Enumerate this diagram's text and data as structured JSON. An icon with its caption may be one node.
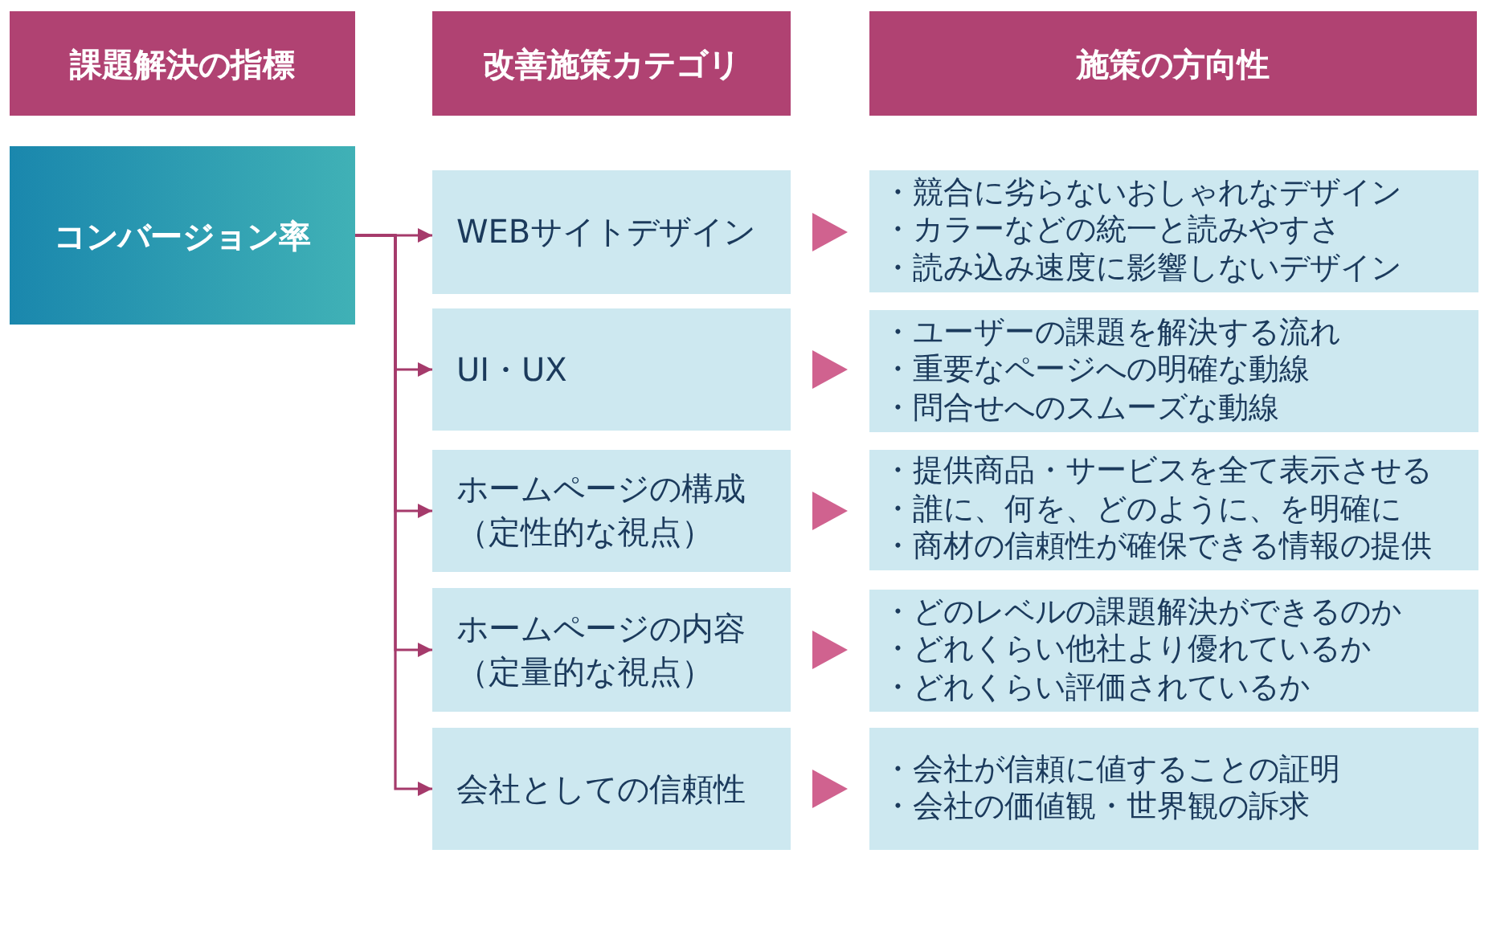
{
  "diagram": {
    "nodes": [
      {
        "text": [
          "課題解決の指標"
        ]
      },
      {
        "text": [
          "改善施策カテゴリ"
        ]
      },
      {
        "text": [
          "施策の方向性"
        ]
      },
      {
        "text": [
          "コンバージョン率"
        ]
      },
      {
        "text": [
          "WEBサイトデザイン"
        ]
      },
      {
        "text": [
          "・競合に劣らないおしゃれなデザイン",
          "・カラーなどの統一と読みやすさ",
          "・読み込み速度に影響しないデザイン"
        ]
      },
      {
        "text": [
          "UI・UX"
        ]
      },
      {
        "text": [
          "・ユーザーの課題を解決する流れ",
          "・重要なページへの明確な動線",
          "・問合せへのスムーズな動線"
        ]
      },
      {
        "text": [
          "ホームページの構成",
          "（定性的な視点）"
        ]
      },
      {
        "text": [
          "・提供商品・サービスを全て表示させる",
          "・誰に、何を、どのように、を明確に",
          "・商材の信頼性が確保できる情報の提供"
        ]
      },
      {
        "text": [
          "ホームページの内容",
          "（定量的な視点）"
        ]
      },
      {
        "text": [
          "・どのレベルの課題解決ができるのか",
          "・どれくらい他社より優れているか",
          "・どれくらい評価されているか"
        ]
      },
      {
        "text": [
          "会社としての信頼性"
        ]
      },
      {
        "text": [
          "・会社が信頼に値することの証明",
          "・会社の価値観・世界観の訴求"
        ]
      }
    ],
    "edges": [
      {
        "from": 3,
        "to": 4,
        "arrow": "to"
      },
      {
        "from": 3,
        "to": 6,
        "arrow": "to"
      },
      {
        "from": 3,
        "to": 8,
        "arrow": "to"
      },
      {
        "from": 3,
        "to": 10,
        "arrow": "to"
      },
      {
        "from": 3,
        "to": 12,
        "arrow": "to"
      },
      {
        "from": 4,
        "to": 5,
        "arrow": "to",
        "color": "#d0628f"
      },
      {
        "from": 6,
        "to": 7,
        "arrow": "to",
        "color": "#d0628f"
      },
      {
        "from": 8,
        "to": 9,
        "arrow": "to",
        "color": "#d0628f"
      },
      {
        "from": 10,
        "to": 11,
        "arrow": "to",
        "color": "#d0628f"
      },
      {
        "from": 12,
        "to": 13,
        "arrow": "to",
        "color": "#d0628f"
      }
    ]
  }
}
